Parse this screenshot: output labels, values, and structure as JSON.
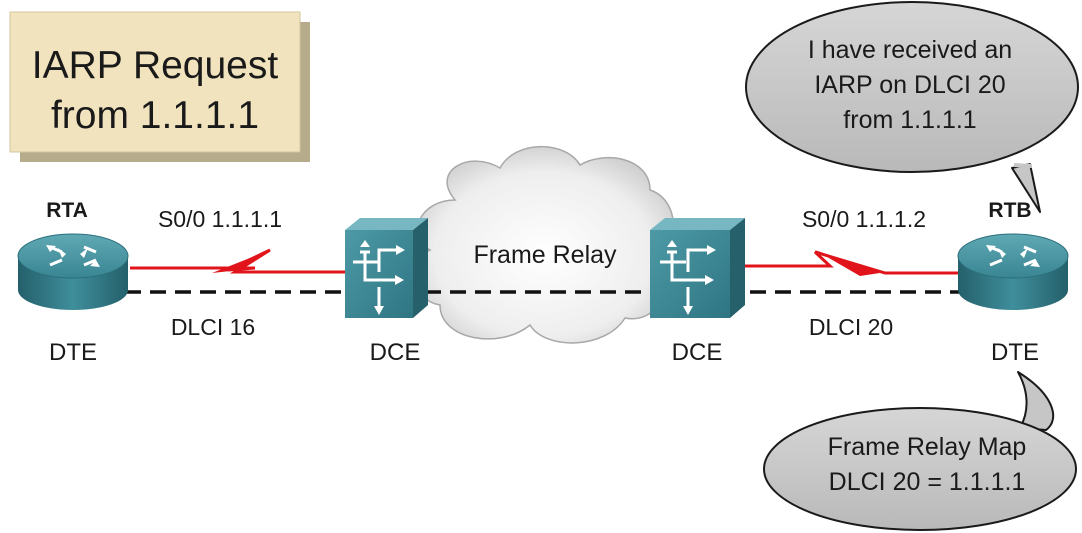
{
  "title_box": {
    "line1": "IARP Request",
    "line2": "from 1.1.1.1"
  },
  "cloud": {
    "label": "Frame Relay"
  },
  "routers": {
    "rta": {
      "name": "RTA",
      "role": "DTE",
      "interface": "S0/0 1.1.1.1",
      "dlci": "DLCI 16"
    },
    "rtb": {
      "name": "RTB",
      "role": "DTE",
      "interface": "S0/0 1.1.1.2",
      "dlci": "DLCI 20"
    }
  },
  "switches": {
    "left": {
      "role": "DCE"
    },
    "right": {
      "role": "DCE"
    }
  },
  "bubbles": {
    "top": {
      "line1": "I have received an",
      "line2": "IARP on DLCI 20",
      "line3": "from 1.1.1.1"
    },
    "bottom": {
      "line1": "Frame Relay Map",
      "line2": "DLCI 20 = 1.1.1.1"
    }
  },
  "colors": {
    "serial_link": "#e0141a",
    "box_fill": "#f1e3be",
    "box_shadow": "#b6ab8a",
    "device_teal": "#3f8e9b",
    "bubble_fill": "#c8c8c8",
    "cloud_fill": "#ececec"
  },
  "icons": {
    "router": "router-icon",
    "switch": "frame-relay-switch-icon",
    "cloud": "cloud-icon"
  }
}
